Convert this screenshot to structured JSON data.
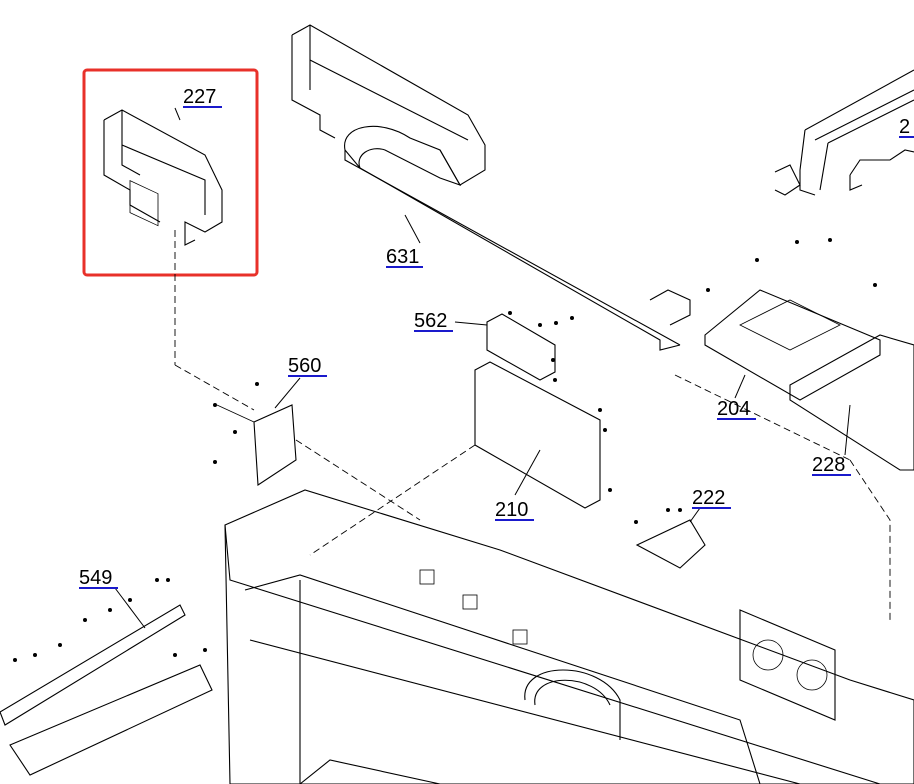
{
  "diagram": {
    "highlight_color": "#e8312a",
    "link_color": "#1a1acc",
    "part_labels": {
      "p227": "227",
      "p631": "631",
      "p562": "562",
      "p560": "560",
      "p204": "204",
      "p228": "228",
      "p210": "210",
      "p222": "222",
      "p549": "549",
      "p2_cut": "2"
    }
  }
}
